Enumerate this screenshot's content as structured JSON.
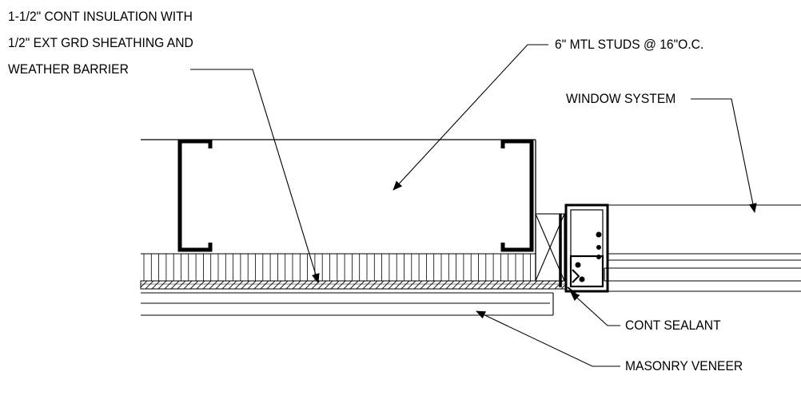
{
  "labels": {
    "insulation_line1": "1-1/2\" CONT INSULATION WITH",
    "insulation_line2": "1/2\" EXT GRD SHEATHING AND",
    "insulation_line3": "WEATHER BARRIER",
    "studs": "6\" MTL STUDS @ 16\"O.C.",
    "window": "WINDOW SYSTEM",
    "sealant": "CONT SEALANT",
    "masonry": "MASONRY VENEER"
  },
  "colors": {
    "line": "#000000",
    "background": "#ffffff"
  }
}
